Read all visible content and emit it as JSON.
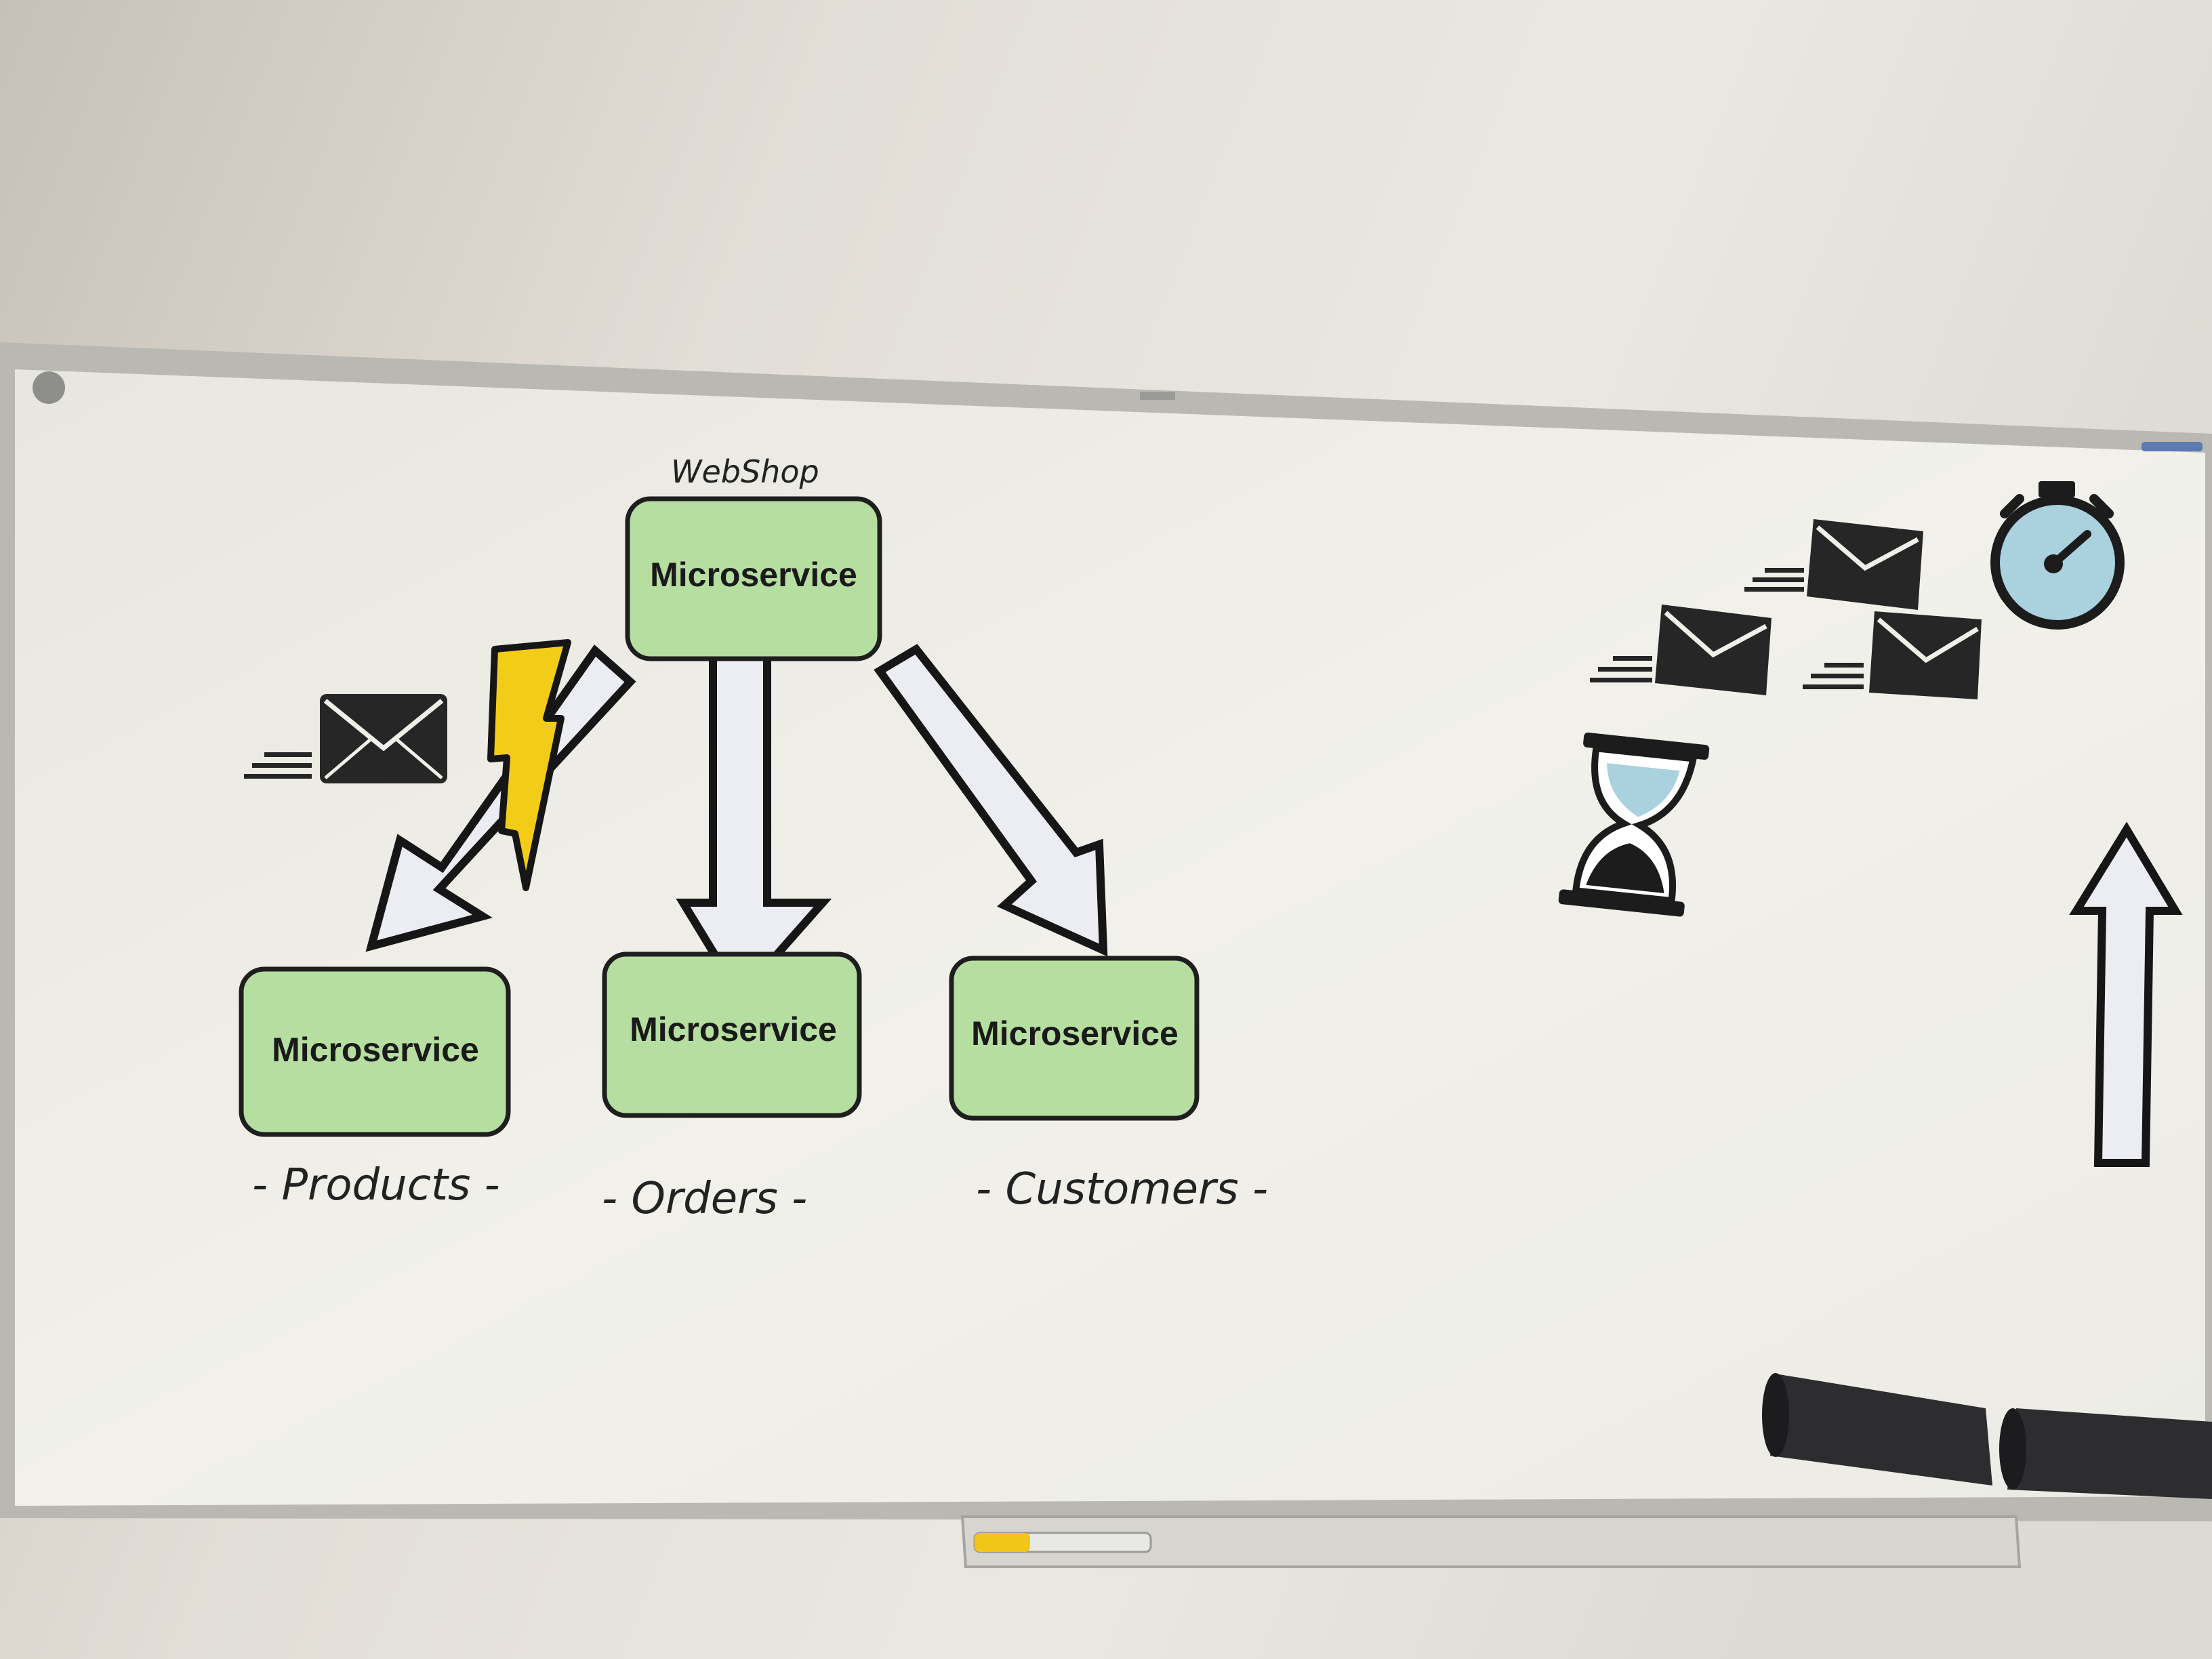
{
  "whiteboard": {
    "top_service": {
      "caption": "WebShop",
      "label": "Microservice"
    },
    "services": [
      {
        "label": "Microservice",
        "caption": "- Products -"
      },
      {
        "label": "Microservice",
        "caption": "- Orders -"
      },
      {
        "label": "Microservice",
        "caption": "- Customers -"
      }
    ]
  },
  "icons": [
    "envelope-icon",
    "lightning-icon",
    "hourglass-icon",
    "stopwatch-icon",
    "up-arrow-icon"
  ],
  "colors": {
    "card_fill": "#b5dea0",
    "card_border": "#1e1e1e",
    "lightning": "#f2cc17",
    "stopwatch_face": "#a9d1de",
    "hourglass_sand": "#a9d1de",
    "arrow_fill": "#ececf3",
    "marker_cap": "#f2c519"
  }
}
